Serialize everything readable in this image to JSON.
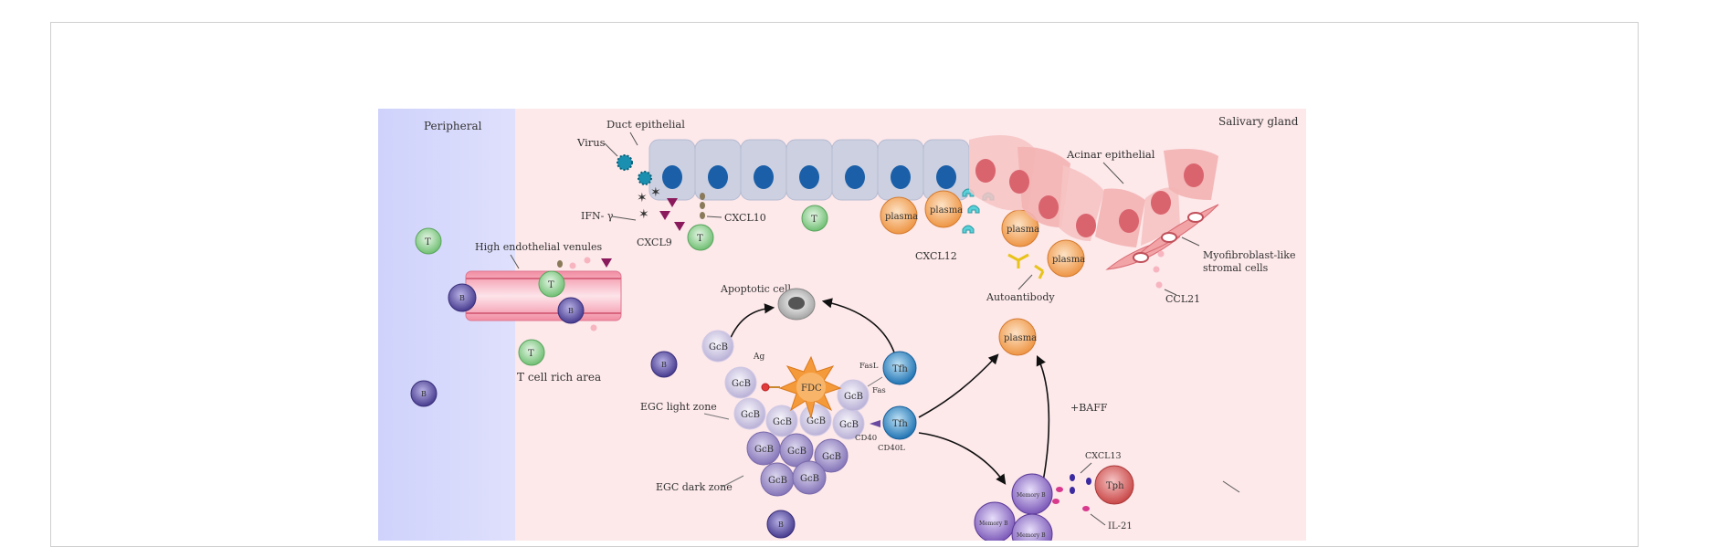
{
  "regions": {
    "peripheral": "Peripheral",
    "salivary_gland": "Salivary gland"
  },
  "labels": {
    "duct_epithelial": "Duct epithelial",
    "virus": "Virus",
    "ifn_gamma": "IFN- γ",
    "cxcl9": "CXCL9",
    "cxcl10": "CXCL10",
    "high_endothelial_venules": "High endothelial venules",
    "t_cell_rich_area": "T cell rich area",
    "apoptotic_cell": "Apoptotic cell",
    "ag": "Ag",
    "fasl": "FasL",
    "fas": "Fas",
    "cd40": "CD40",
    "cd40l": "CD40L",
    "egc_light_zone": "EGC light  zone",
    "egc_dark_zone": "EGC dark zone",
    "cxcl12": "CXCL12",
    "autoantibody": "Autoantibody",
    "acinar_epithelial": "Acinar epithelial",
    "myofibroblast_line1": "Myofibroblast-like",
    "myofibroblast_line2": "stromal cells",
    "ccl21": "CCL21",
    "baff": "+BAFF",
    "cxcl13": "CXCL13",
    "il21": "IL-21"
  },
  "cells": {
    "t": "T",
    "b": "B",
    "gcb": "GcB",
    "fdc": "FDC",
    "tfh": "Tfh",
    "plasma": "plasma",
    "tph": "Tph",
    "memory_b": "Memory B"
  },
  "colors": {
    "peripheral_bg": "#d6d8fb",
    "gland_bg": "#fde8ea",
    "duct_cell": "#ccd0e0",
    "nucleus": "#1a5fa8",
    "t_cell": "#8fcf8f",
    "b_cell": "#5a4fa0",
    "gcb_cell": "#c9c2de",
    "fdc": "#f59a3a",
    "tfh": "#2e88c6",
    "plasma": "#f3a35c",
    "tph": "#d85a5a",
    "acinar": "#f3b2b2"
  }
}
